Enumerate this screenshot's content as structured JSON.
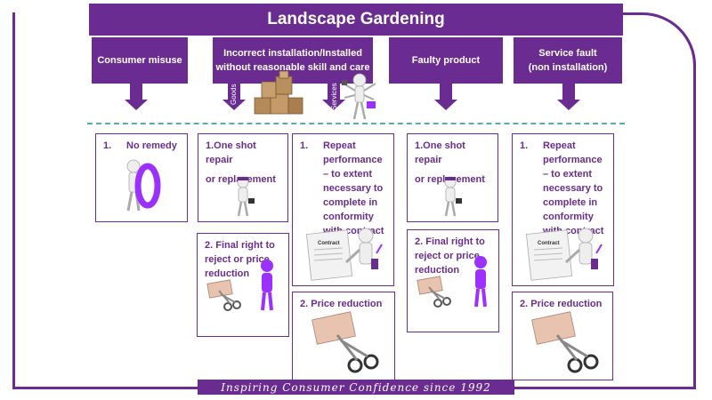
{
  "title": "Landscape Gardening",
  "headers": [
    {
      "lines": [
        "Consumer misuse"
      ]
    },
    {
      "lines": [
        "Incorrect installation/Installed",
        "without reasonable  skill and care"
      ]
    },
    {
      "lines": [
        "Faulty product"
      ]
    },
    {
      "lines": [
        "Service fault",
        "(non installation)"
      ]
    }
  ],
  "arrow_labels": {
    "goods": "Goods",
    "services": "Services"
  },
  "cards": {
    "c1": {
      "num": "1.",
      "text": "No remedy"
    },
    "c2": {
      "line1": "1.One shot repair",
      "line2": "or replacement"
    },
    "c3": {
      "line1": "2. Final right to",
      "line2": "reject or price",
      "line3": "reduction"
    },
    "c4": {
      "num": "1.",
      "text": "Repeat performance – to extent necessary to complete in conformity with contract"
    },
    "c5": {
      "text": "2. Price reduction"
    },
    "c6": {
      "line1": "1.One shot repair",
      "line2": "or replacement"
    },
    "c7": {
      "line1": "2. Final right to",
      "line2": "reject or price",
      "line3": "reduction"
    },
    "c8": {
      "num": "1.",
      "text": "Repeat performance – to extent necessary to complete in conformity with contract"
    },
    "c9": {
      "text": "2. Price reduction"
    }
  },
  "contract_label": "Contract",
  "footer": "Inspiring Consumer Confidence since 1992",
  "colors": {
    "brand": "#6a2c91",
    "accent": "#9b30ff",
    "dashed": "#5aa9b5"
  }
}
